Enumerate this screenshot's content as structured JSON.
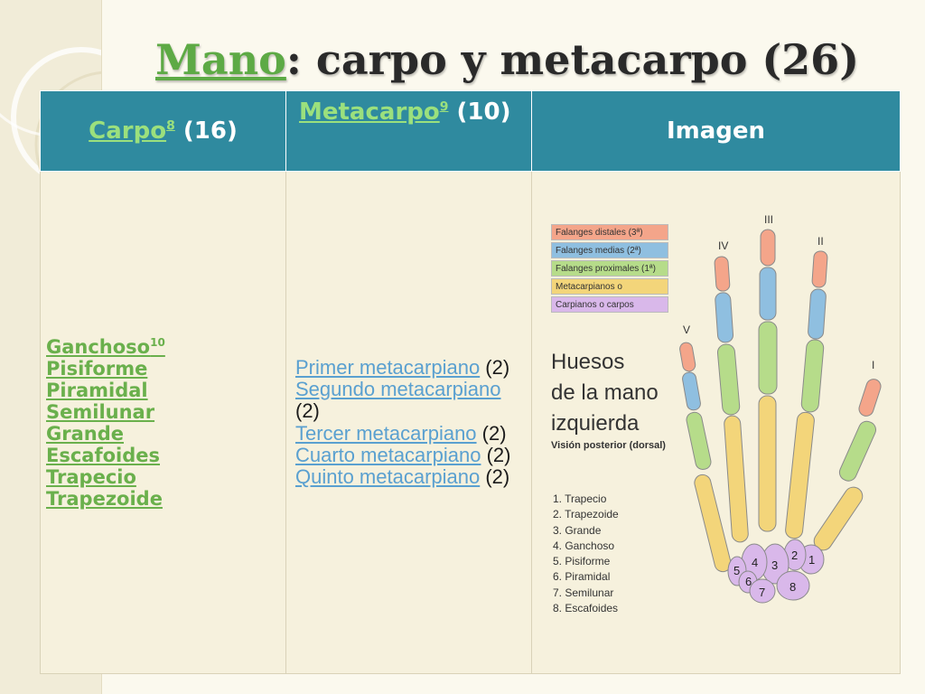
{
  "title": {
    "link": "Mano",
    "rest": ": carpo y metacarpo (26)"
  },
  "table": {
    "col1": {
      "link": "Carpo",
      "sup": "8",
      "rest": " (16)"
    },
    "col2": {
      "link": "Metacarpo",
      "sup": "9",
      "rest": " (10)"
    },
    "col3": "Imagen"
  },
  "carpo": {
    "first": "Ganchoso",
    "first_sup": "10",
    "items": [
      "Pisiforme",
      "Piramidal",
      "Semilunar",
      "Grande",
      "Escafoides",
      "Trapecio",
      "Trapezoide"
    ]
  },
  "metacarpo": [
    {
      "link": "Primer metacarpiano",
      "count": " (2)"
    },
    {
      "link": "Segundo metacarpiano",
      "count": " (2)"
    },
    {
      "link": "Tercer metacarpiano",
      "count": " (2)"
    },
    {
      "link": "Cuarto metacarpiano",
      "count": " (2)"
    },
    {
      "link": "Quinto metacarpiano",
      "count": " (2)"
    }
  ],
  "figure": {
    "legend": [
      {
        "label": "Falanges distales (3ª)",
        "color": "#f4a58a"
      },
      {
        "label": "Falanges medias (2ª)",
        "color": "#8fbfe0"
      },
      {
        "label": "Falanges proximales (1ª)",
        "color": "#b6dc8a"
      },
      {
        "label": "Metacarpianos o metacarpos",
        "color": "#f3d57a"
      },
      {
        "label": "Carpianos o carpos",
        "color": "#d9b8ea"
      }
    ],
    "caption": [
      "Huesos",
      "de la mano",
      "izquierda"
    ],
    "subcaption": "Visión posterior (dorsal)",
    "list": [
      "1. Trapecio",
      "2. Trapezoide",
      "3. Grande",
      "4. Ganchoso",
      "5. Pisiforme",
      "6. Piramidal",
      "7. Semilunar",
      "8. Escafoides"
    ],
    "finger_labels": [
      "III",
      "IV",
      "II",
      "V",
      "I"
    ],
    "carpal_numbers": [
      "1",
      "2",
      "3",
      "4",
      "5",
      "6",
      "7",
      "8"
    ]
  }
}
